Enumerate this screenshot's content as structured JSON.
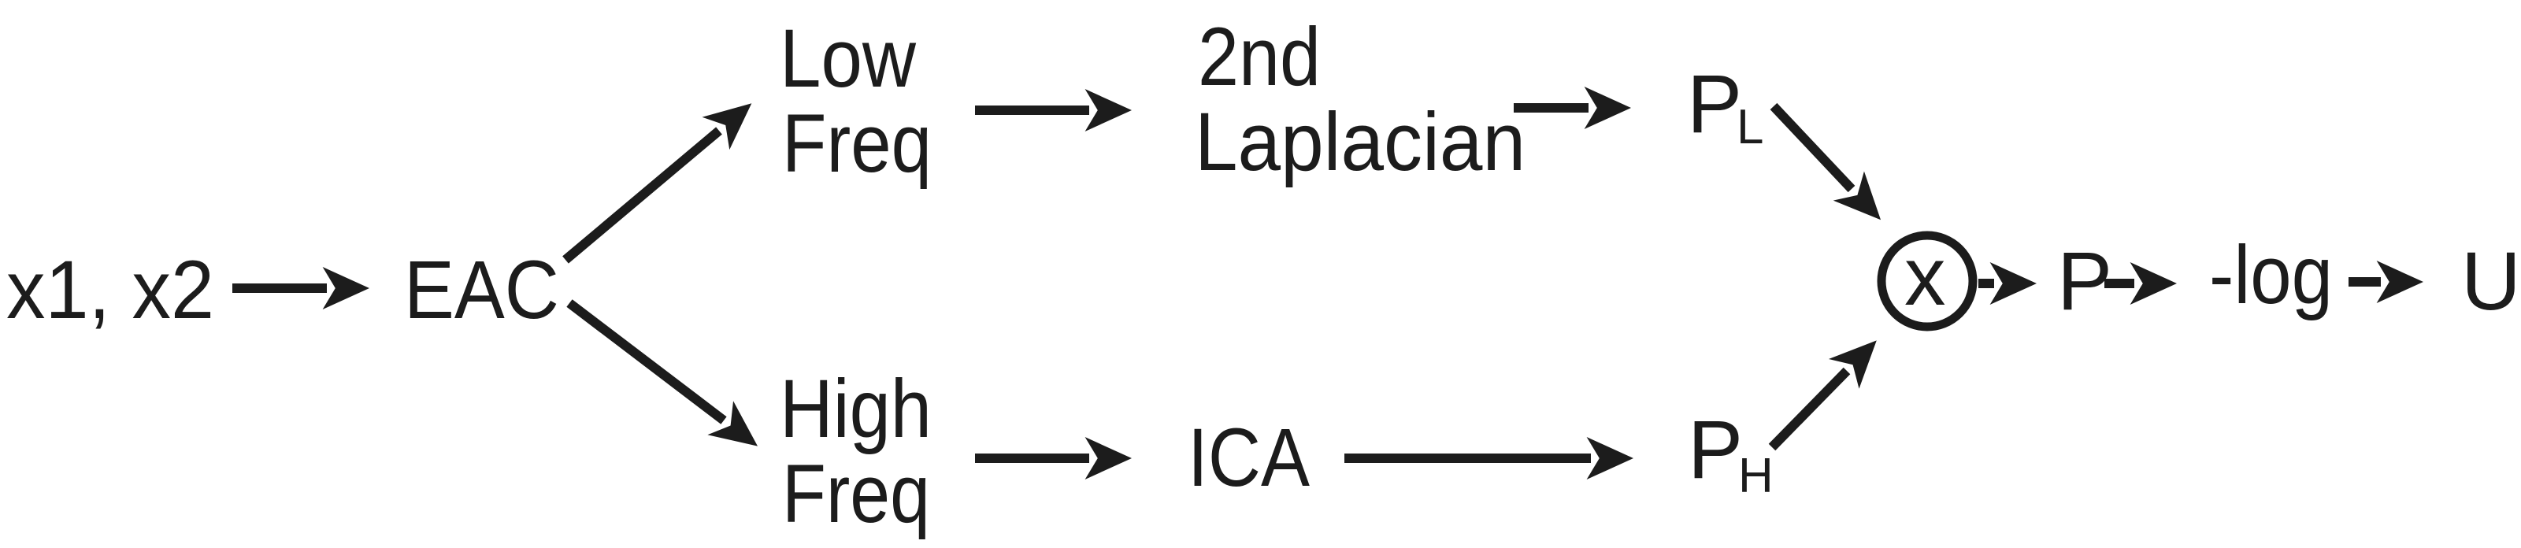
{
  "diagram": {
    "nodes": {
      "input": "x1, x2",
      "eac": "EAC",
      "low_freq": {
        "line1": "Low",
        "line2": "Freq"
      },
      "second_laplacian": {
        "line1": "2nd",
        "line2": "Laplacian"
      },
      "p_low": {
        "base": "P",
        "subscript": "L"
      },
      "high_freq": {
        "line1": "High",
        "line2": "Freq"
      },
      "ica": "ICA",
      "p_high": {
        "base": "P",
        "subscript": "H"
      },
      "multiplier": "x",
      "p_combined": "P",
      "neg_log": "-log",
      "output": "U"
    },
    "colors": {
      "ink": "#1c1c1c",
      "background": "#ffffff"
    }
  }
}
